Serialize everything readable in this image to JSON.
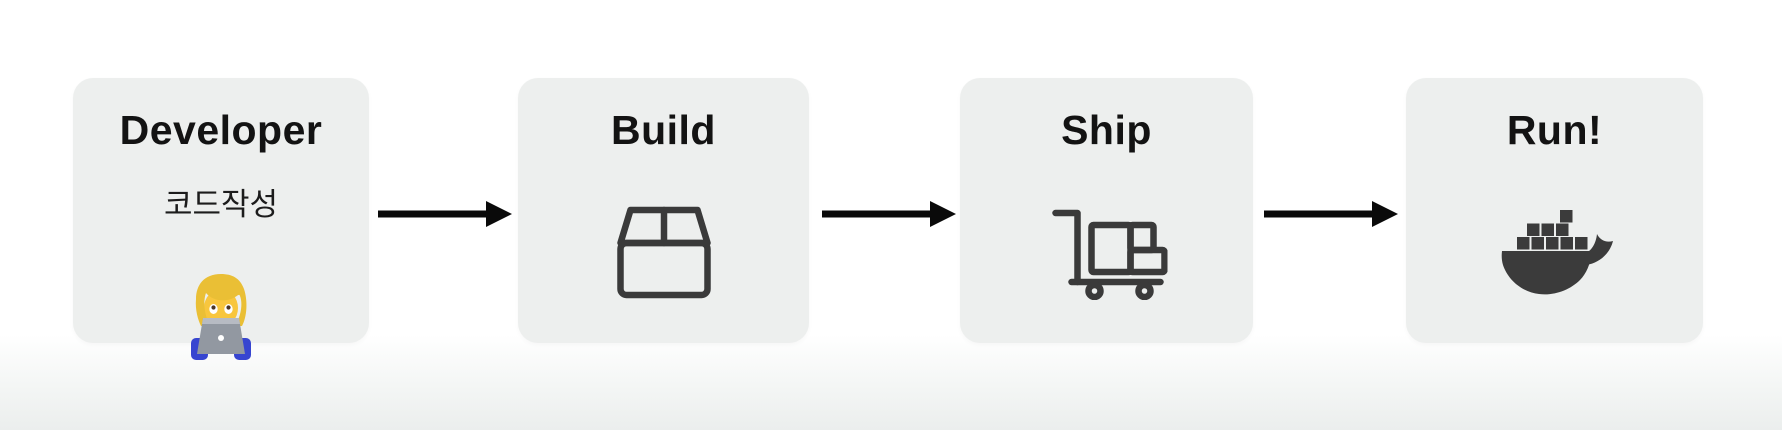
{
  "page": {
    "kind": "docker-workflow-diagram",
    "background_top": "#ffffff",
    "background_bottom": "#ebeeed"
  },
  "pipeline": {
    "colors": {
      "card_background": "#edefee",
      "title_text": "#131313",
      "subtitle_text": "#1c1c1c",
      "icon_stroke": "#3a3a3a",
      "arrow": "#0a0a0a"
    },
    "steps": [
      {
        "id": "developer",
        "title": "Developer",
        "subtitle": "코드작성",
        "icon": "woman-technologist-emoji"
      },
      {
        "id": "build",
        "title": "Build",
        "subtitle": "",
        "icon": "package-box-icon"
      },
      {
        "id": "ship",
        "title": "Ship",
        "subtitle": "",
        "icon": "hand-truck-icon"
      },
      {
        "id": "run",
        "title": "Run!",
        "subtitle": "",
        "icon": "docker-whale-icon"
      }
    ],
    "connectors": [
      "arrow-right",
      "arrow-right",
      "arrow-right"
    ]
  }
}
